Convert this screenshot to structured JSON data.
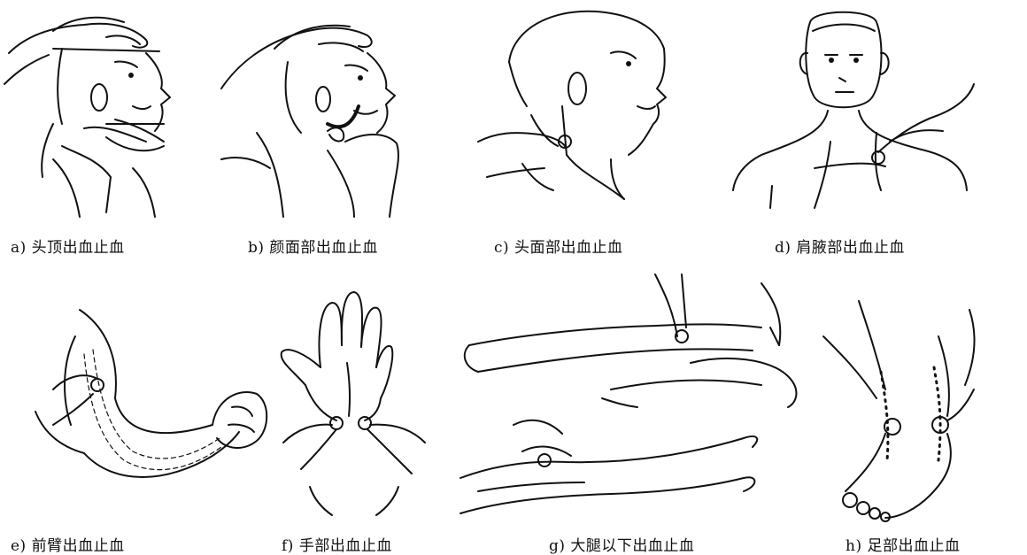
{
  "captions": {
    "a": "a) 头顶出血止血",
    "b": "b) 颜面部出血止血",
    "c": "c) 头面部出血止血",
    "d": "d) 肩腋部出血止血",
    "e": "e) 前臂出血止血",
    "f": "f) 手部出血止血",
    "g": "g) 大腿以下出血止血",
    "h": "h) 足部出血止血"
  }
}
